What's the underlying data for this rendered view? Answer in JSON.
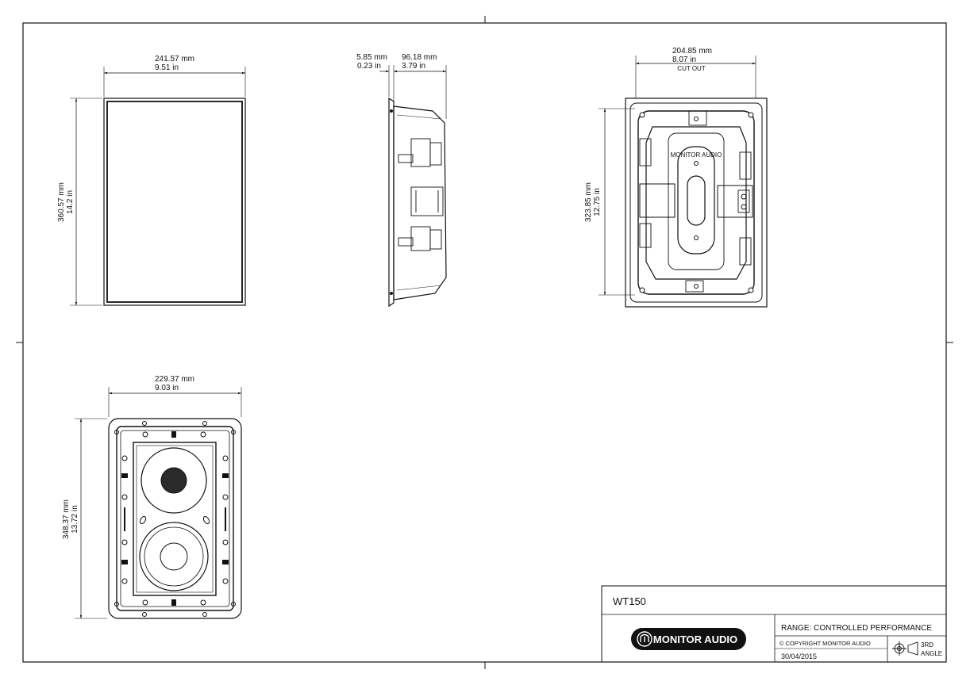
{
  "views": {
    "front": {
      "width_mm": "241.57 mm",
      "width_in": "9.51 in",
      "height_mm": "360.57 mm",
      "height_in": "14.2 in"
    },
    "side": {
      "flange_mm": "5.85 mm",
      "flange_in": "0.23 in",
      "depth_mm": "96.18 mm",
      "depth_in": "3.79 in"
    },
    "back": {
      "cutout_w_mm": "204.85 mm",
      "cutout_w_in": "8.07 in",
      "cutout_label": "CUT OUT",
      "cutout_h_mm": "323.85 mm",
      "cutout_h_in": "12.75 in"
    },
    "baffle": {
      "width_mm": "229.37 mm",
      "width_in": "9.03 in",
      "height_mm": "348.37 mm",
      "height_in": "13.72 in"
    }
  },
  "title_block": {
    "model": "WT150",
    "range": "RANGE: CONTROLLED PERFORMANCE",
    "brand": "MONITOR AUDIO",
    "copyright": "© COPYRIGHT MONITOR AUDIO",
    "date": "30/04/2015",
    "projection_line1": "3RD",
    "projection_line2": "ANGLE"
  },
  "back_label_top": "MONITOR AUDIO"
}
